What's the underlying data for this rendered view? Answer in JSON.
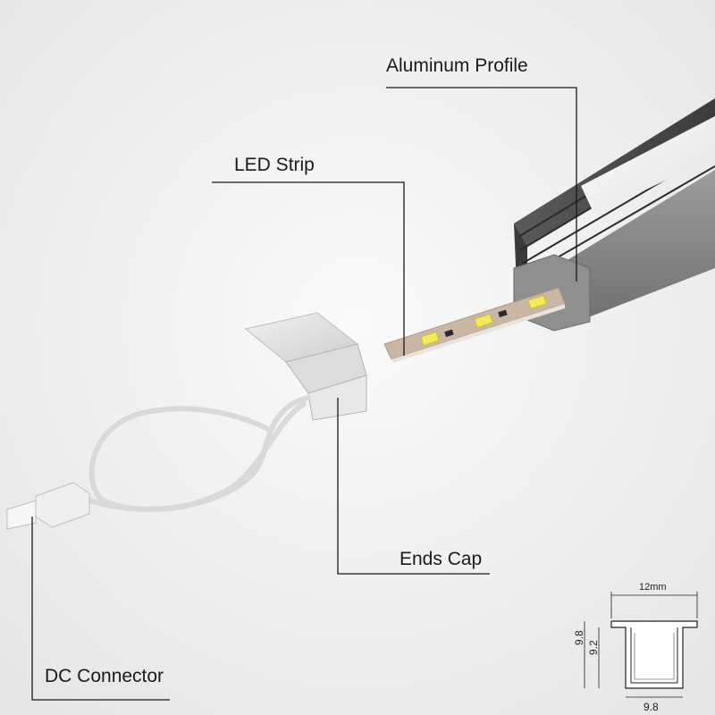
{
  "callouts": {
    "aluminum_profile": "Aluminum Profile",
    "led_strip": "LED Strip",
    "ends_cap": "Ends Cap",
    "dc_connector": "DC Connector"
  },
  "cross_section": {
    "top_width": "12mm",
    "bottom_width": "9.8",
    "outer_height": "9.8",
    "inner_height": "9.2"
  },
  "colors": {
    "background": "#f4f4f4",
    "aluminum": "#8a8a8a",
    "diffuser": "#f2f2f2",
    "strip_pcb": "#c8b6a6",
    "led_chip": "#f4ea55",
    "cable": "#e6e6e6",
    "leader_line": "#1a1a1a"
  }
}
